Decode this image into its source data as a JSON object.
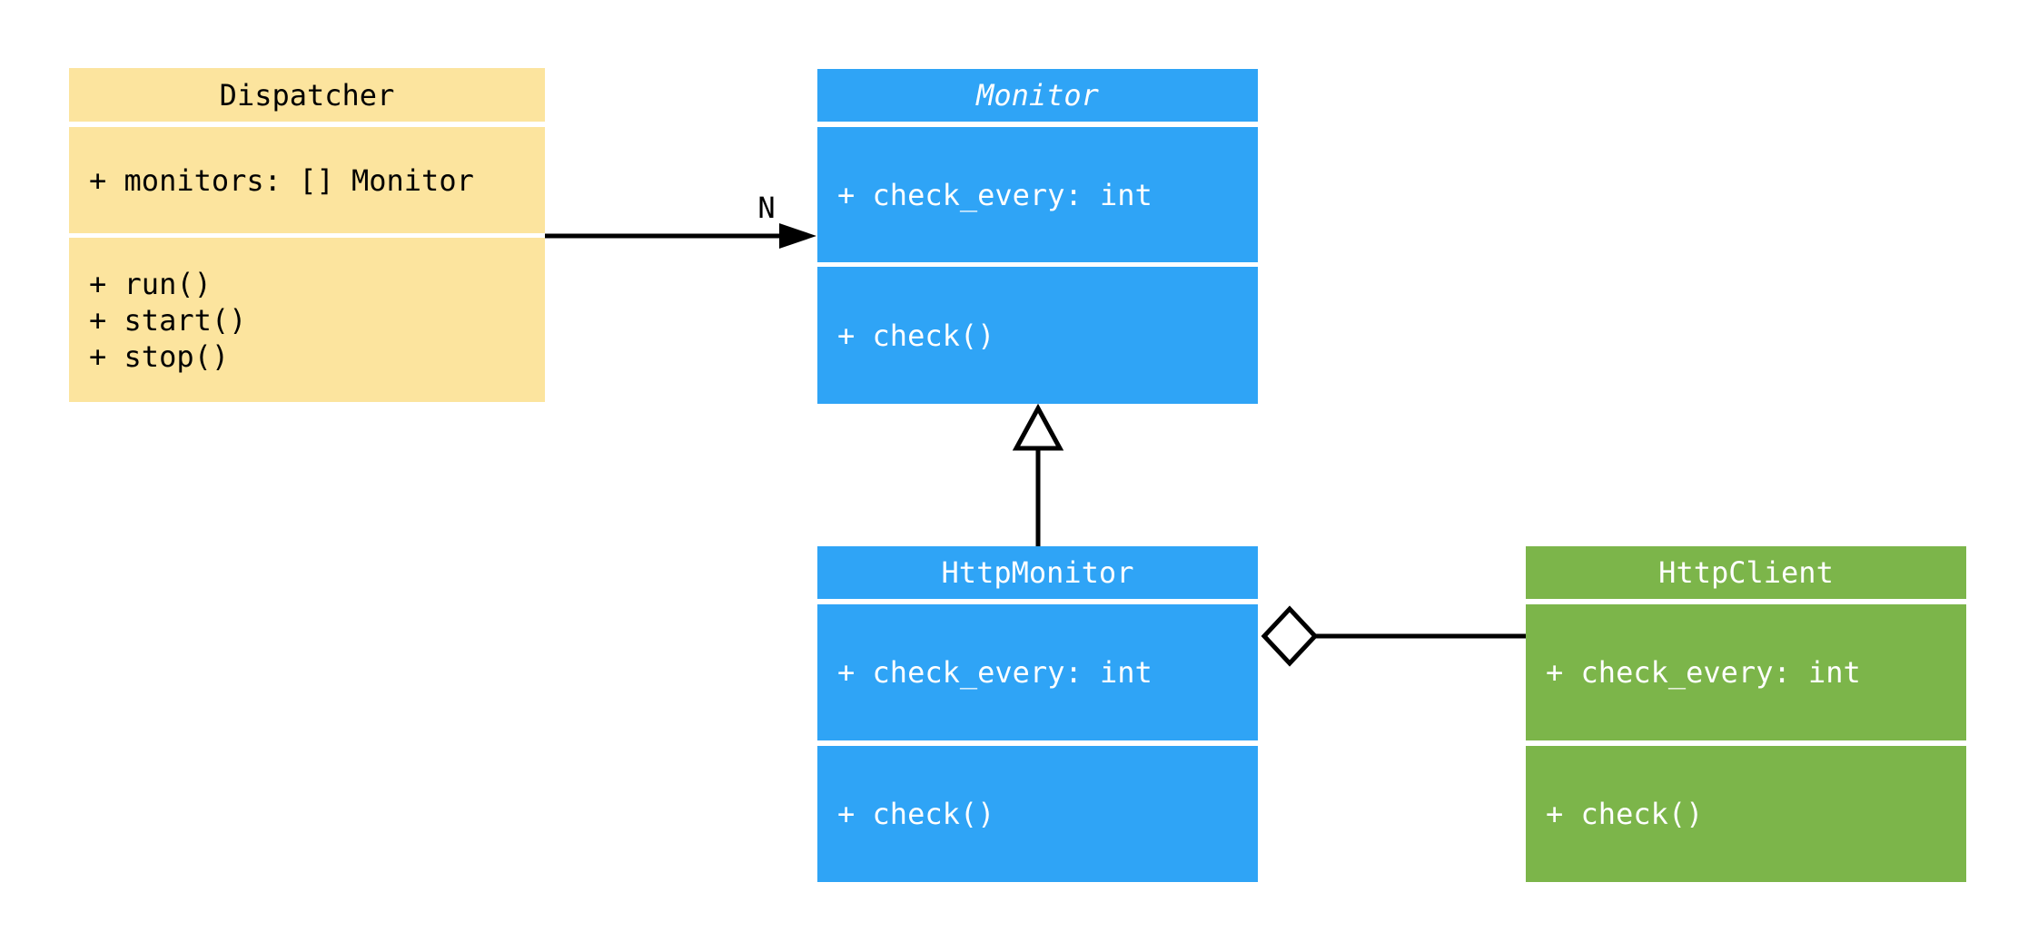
{
  "diagram": {
    "type": "uml-class-diagram",
    "colors": {
      "dispatcher_fill": "#FCE49E",
      "monitor_fill": "#2FA4F6",
      "http_monitor_fill": "#2FA4F6",
      "http_client_fill": "#7CB54A",
      "dark_text": "#000000",
      "light_text": "#FFFFFF",
      "connector": "#000000",
      "background": "#FFFFFF"
    },
    "classes": [
      {
        "id": "dispatcher",
        "name": "Dispatcher",
        "abstract": false,
        "fill": "#FCE49E",
        "text_color": "#000000",
        "attributes": [
          "+ monitors: [] Monitor"
        ],
        "methods": [
          "+ run()",
          "+ start()",
          "+ stop()"
        ]
      },
      {
        "id": "monitor",
        "name": "Monitor",
        "abstract": true,
        "fill": "#2FA4F6",
        "text_color": "#FFFFFF",
        "attributes": [
          "+ check_every: int"
        ],
        "methods": [
          "+ check()"
        ]
      },
      {
        "id": "http-monitor",
        "name": "HttpMonitor",
        "abstract": false,
        "fill": "#2FA4F6",
        "text_color": "#FFFFFF",
        "attributes": [
          "+ check_every: int"
        ],
        "methods": [
          "+ check()"
        ]
      },
      {
        "id": "http-client",
        "name": "HttpClient",
        "abstract": false,
        "fill": "#7CB54A",
        "text_color": "#FFFFFF",
        "attributes": [
          "+ check_every: int"
        ],
        "methods": [
          "+ check()"
        ]
      }
    ],
    "relationships": [
      {
        "type": "association",
        "from": "Dispatcher",
        "to": "Monitor",
        "label": "N"
      },
      {
        "type": "inheritance",
        "from": "HttpMonitor",
        "to": "Monitor",
        "label": ""
      },
      {
        "type": "aggregation",
        "from": "HttpMonitor",
        "to": "HttpClient",
        "label": ""
      }
    ]
  }
}
